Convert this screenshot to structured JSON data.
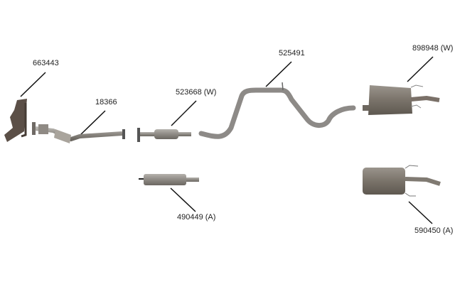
{
  "diagram": {
    "parts": [
      {
        "id": "manifold",
        "label": "663443"
      },
      {
        "id": "catalytic-converter-pipe",
        "label": "18366"
      },
      {
        "id": "resonator",
        "label": "523668 (W)"
      },
      {
        "id": "intermediate-pipe",
        "label": "525491"
      },
      {
        "id": "rear-muffler",
        "label": "898948 (W)"
      },
      {
        "id": "alt-resonator",
        "label": "490449 (A)"
      },
      {
        "id": "alt-muffler",
        "label": "590450 (A)"
      }
    ]
  }
}
